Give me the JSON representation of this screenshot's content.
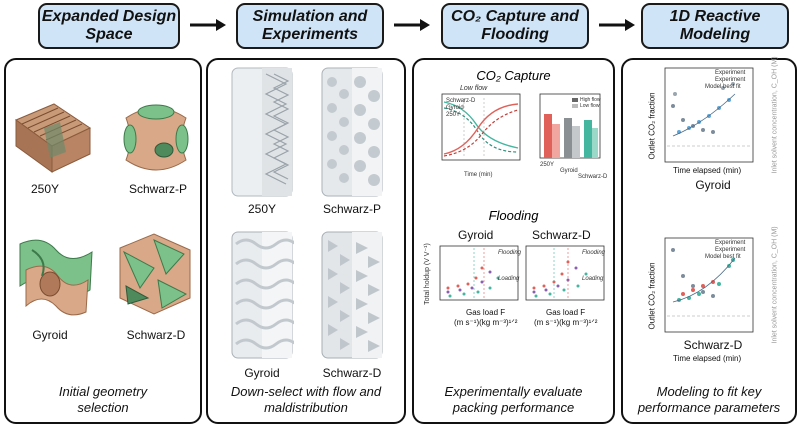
{
  "headers": {
    "h1": "Expanded Design Space",
    "h2": "Simulation and Experiments",
    "h3": "CO₂ Capture and Flooding",
    "h4": "1D Reactive Modeling"
  },
  "panel1": {
    "labels": [
      "250Y",
      "Schwarz-P",
      "Gyroid",
      "Schwarz-D"
    ],
    "caption": "Initial geometry selection"
  },
  "panel2": {
    "labels": [
      "250Y",
      "Schwarz-P",
      "Gyroid",
      "Schwarz-D"
    ],
    "caption": "Down-select with flow and maldistribution"
  },
  "panel3": {
    "co2_title": "CO₂ Capture",
    "low_flow": "Low flow",
    "line_legend": [
      "Schwarz-D",
      "Gyroid",
      "250Y"
    ],
    "time_axis": "Time (min)",
    "bar_legend": [
      "High flow",
      "Low flow"
    ],
    "bar_categories": [
      "250Y",
      "Gyroid",
      "Schwarz-D"
    ],
    "flooding_title": "Flooding",
    "gyroid_title": "Gyroid",
    "schwarzd_title": "Schwarz-D",
    "holdup_axis": "Total holdup (V V⁻¹)",
    "gasload_axis": "Gas load F",
    "gasload_units": "(m s⁻¹)(kg m⁻³)¹ᐟ²",
    "flooding_tag": "Flooding",
    "loading_tag": "Loading",
    "caption": "Experimentally evaluate packing performance"
  },
  "panel4": {
    "legend": [
      "Experiment",
      "Experiment",
      "Model best fit"
    ],
    "left_axis": "Outlet CO₂ fraction",
    "right_axis": "Inlet solvent concentration, C_OH (M)",
    "time_axis": "Time elapsed (min)",
    "chart1_name": "Gyroid",
    "chart2_name": "Schwarz-D",
    "caption": "Modeling to fit key performance parameters"
  },
  "colors": {
    "header_fill": "#cfe4f6",
    "surface_tan": "#c99a78",
    "surface_green": "#7cc08a",
    "accent_red": "#e0615a",
    "accent_teal": "#44b6a0"
  }
}
